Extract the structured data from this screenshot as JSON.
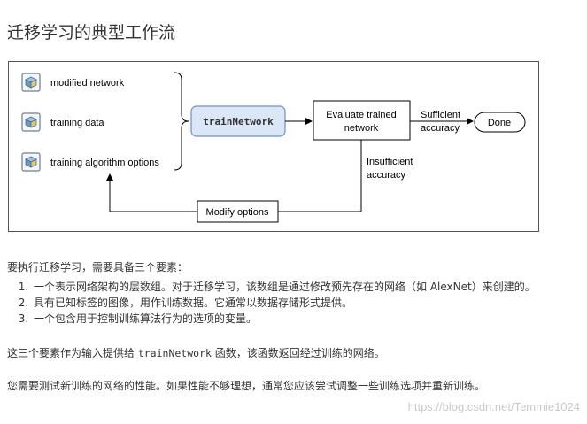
{
  "page": {
    "title": "迁移学习的典型工作流"
  },
  "diagram": {
    "inputs": [
      "modified network",
      "training data",
      "training algorithm options"
    ],
    "train_function": "trainNetwork",
    "evaluate_line1": "Evaluate trained",
    "evaluate_line2": "network",
    "sufficient_line1": "Sufficient",
    "sufficient_line2": "accuracy",
    "done": "Done",
    "insufficient_line1": "Insufficient",
    "insufficient_line2": "accuracy",
    "modify": "Modify options",
    "colors": {
      "train_box_fill": "#dbe7f7",
      "train_box_stroke": "#6f8fc9",
      "icon_fill": "#e8e0b8"
    }
  },
  "text": {
    "intro": "要执行迁移学习，需要具备三个要素：",
    "items": [
      "一个表示网络架构的层数组。对于迁移学习，该数组是通过修改预先存在的网络（如 AlexNet）来创建的。",
      "具有已知标签的图像，用作训练数据。它通常以数据存储形式提供。",
      "一个包含用于控制训练算法行为的选项的变量。"
    ],
    "pass_prefix": "这三个要素作为输入提供给 ",
    "pass_code": "trainNetwork",
    "pass_suffix": " 函数，该函数返回经过训练的网络。",
    "closing": "您需要测试新训练的网络的性能。如果性能不够理想，通常您应该尝试调整一些训练选项并重新训练。"
  },
  "watermark": "https://blog.csdn.net/Temmie1024"
}
